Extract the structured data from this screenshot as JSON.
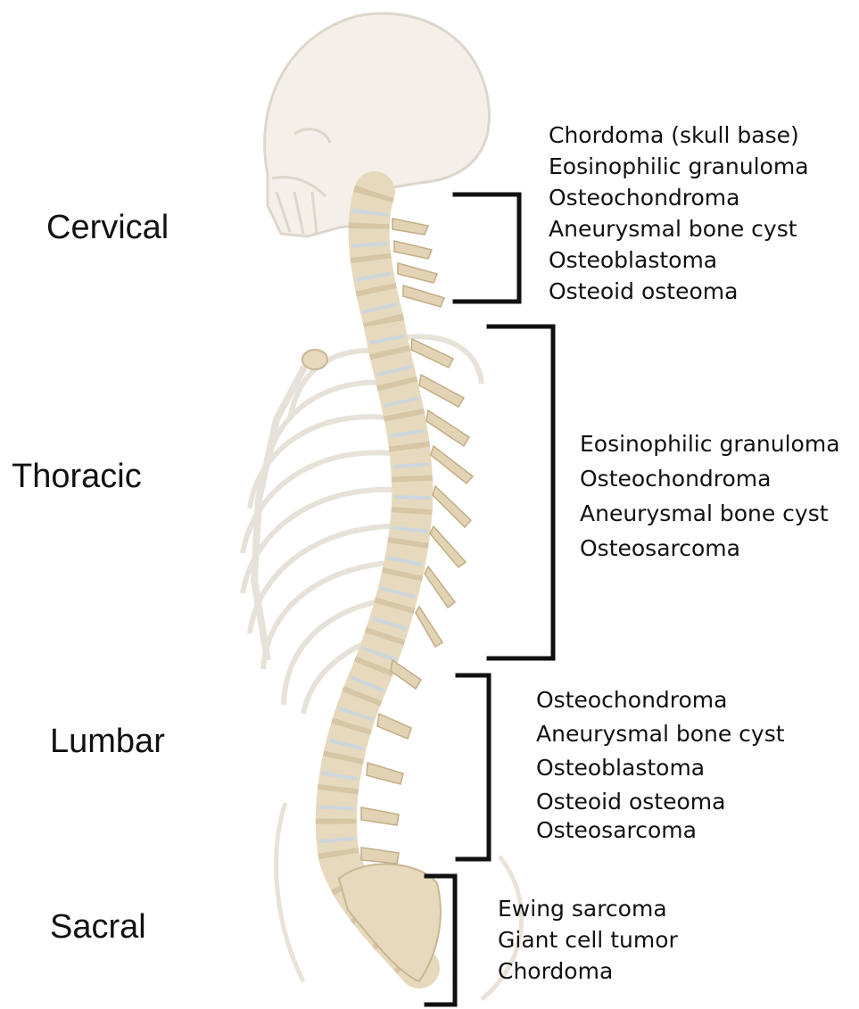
{
  "regions": [
    {
      "label": "Cervical",
      "tumors": [
        "Chordoma (skull base)",
        "Eosinophilic granuloma",
        "Osteochondroma",
        "Aneurysmal bone cyst",
        "Osteoblastoma",
        "Osteoid osteoma"
      ]
    },
    {
      "label": "Thoracic",
      "tumors": [
        "Eosinophilic granuloma",
        "Osteochondroma",
        "Aneurysmal bone cyst",
        "Osteosarcoma"
      ]
    },
    {
      "label": "Lumbar",
      "tumors": [
        "Osteochondroma",
        "Aneurysmal bone cyst",
        "Osteoblastoma",
        "Osteoid osteoma",
        "Osteosarcoma"
      ]
    },
    {
      "label": "Sacral",
      "tumors": [
        "Ewing sarcoma",
        "Giant cell tumor",
        "Chordoma"
      ]
    }
  ],
  "colors": {
    "bone": "#e6d9bd",
    "bone_shade": "#c9b792",
    "disc": "#cdd6dc",
    "ghost": "#d8cfc2",
    "text": "#111111"
  }
}
